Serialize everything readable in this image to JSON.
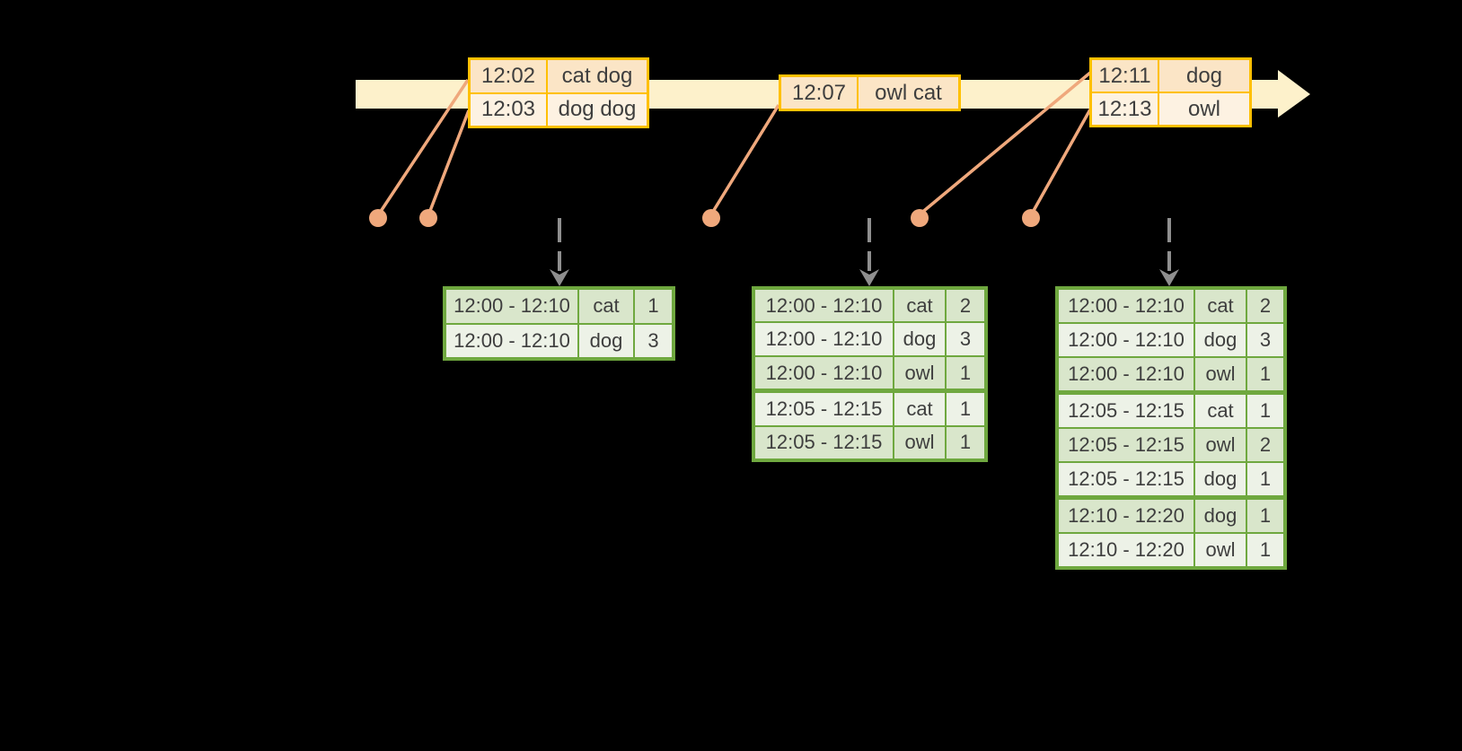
{
  "colors": {
    "background": "#000000",
    "timeline_fill": "#fdf1cb",
    "event_table_border": "#ffc000",
    "event_row_fill_dark": "#fbe5c6",
    "event_row_fill_light": "#fdf2e2",
    "connector_salmon": "#efa87c",
    "result_table_border": "#6fa83f",
    "result_row_fill_dark": "#d9e6cb",
    "result_row_fill_light": "#edf2e7",
    "trigger_arrow_gray": "#8f8f8f",
    "text": "#3e3e3e"
  },
  "event_tables": [
    {
      "rows": [
        {
          "time": "12:02",
          "words": "cat dog"
        },
        {
          "time": "12:03",
          "words": "dog dog"
        }
      ]
    },
    {
      "rows": [
        {
          "time": "12:07",
          "words": "owl cat"
        }
      ]
    },
    {
      "rows": [
        {
          "time": "12:11",
          "words": "dog"
        },
        {
          "time": "12:13",
          "words": "owl"
        }
      ]
    }
  ],
  "result_tables": [
    {
      "rows": [
        {
          "window": "12:00 - 12:10",
          "word": "cat",
          "count": 1
        },
        {
          "window": "12:00 - 12:10",
          "word": "dog",
          "count": 3
        }
      ]
    },
    {
      "rows": [
        {
          "window": "12:00 - 12:10",
          "word": "cat",
          "count": 2
        },
        {
          "window": "12:00 - 12:10",
          "word": "dog",
          "count": 3
        },
        {
          "window": "12:00 - 12:10",
          "word": "owl",
          "count": 1
        },
        {
          "window": "12:05 - 12:15",
          "word": "cat",
          "count": 1
        },
        {
          "window": "12:05 - 12:15",
          "word": "owl",
          "count": 1
        }
      ]
    },
    {
      "rows": [
        {
          "window": "12:00 - 12:10",
          "word": "cat",
          "count": 2
        },
        {
          "window": "12:00 - 12:10",
          "word": "dog",
          "count": 3
        },
        {
          "window": "12:00 - 12:10",
          "word": "owl",
          "count": 1
        },
        {
          "window": "12:05 - 12:15",
          "word": "cat",
          "count": 1
        },
        {
          "window": "12:05 - 12:15",
          "word": "owl",
          "count": 2
        },
        {
          "window": "12:05 - 12:15",
          "word": "dog",
          "count": 1
        },
        {
          "window": "12:10 - 12:20",
          "word": "dog",
          "count": 1
        },
        {
          "window": "12:10 - 12:20",
          "word": "owl",
          "count": 1
        }
      ]
    }
  ]
}
